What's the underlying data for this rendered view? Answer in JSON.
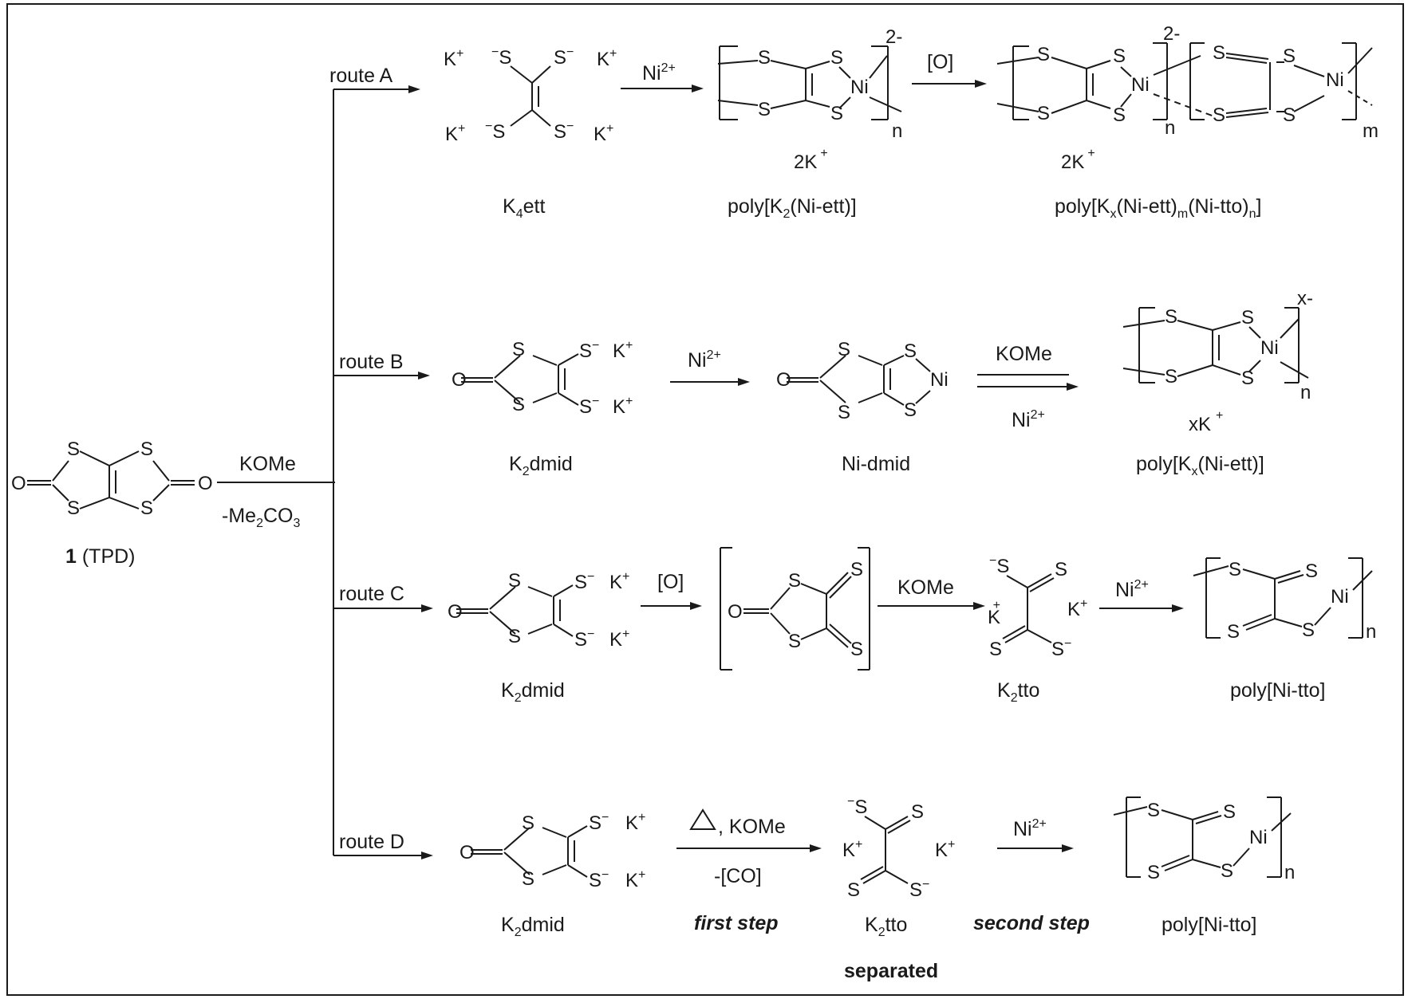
{
  "routes": {
    "A": "route A",
    "B": "route B",
    "C": "route C",
    "D": "route D"
  },
  "reagents": {
    "start_top": "KOMe",
    "start_bottom_pre": "-Me",
    "start_bottom_sub1": "2",
    "start_bottom_mid": "CO",
    "start_bottom_sub2": "3",
    "ni": "Ni",
    "ni_charge": "2+",
    "oxid": "[O]",
    "komeB": "KOMe",
    "komeC": "KOMe",
    "d1_top": ", KOMe",
    "d1_bottom": "-[CO]"
  },
  "labels": {
    "tpd_num": "1",
    "tpd_name": " (TPD)",
    "k4ett_a": "K",
    "k4ett_sub": "4",
    "k4ett_b": "ett",
    "polyA1_a": "poly[K",
    "polyA1_sub": "2",
    "polyA1_b": "(Ni-ett)]",
    "polyA2_a": "poly[K",
    "polyA2_sub1": "x",
    "polyA2_b": "(Ni-ett)",
    "polyA2_sub2": "m",
    "polyA2_c": "(Ni-tto)",
    "polyA2_sub3": "n",
    "polyA2_d": "]",
    "k2dmid_a": "K",
    "k2dmid_sub": "2",
    "k2dmid_b": "dmid",
    "nidmid": "Ni-dmid",
    "polyB_a": "poly[K",
    "polyB_sub": "x",
    "polyB_b": "(Ni-ett)]",
    "k2tto_a": "K",
    "k2tto_sub": "2",
    "k2tto_b": "tto",
    "polyNitto": "poly[Ni-tto]",
    "first_step": "first step",
    "second_step": "second step",
    "separated": "separated"
  },
  "atoms": {
    "S": "S",
    "O": "O",
    "Ni": "Ni",
    "K": "K",
    "plus": "+",
    "minus": "−",
    "n": "n",
    "m": "m",
    "twoK": "2K",
    "xK": "xK",
    "charge2": "2-",
    "chargex": "x-"
  }
}
